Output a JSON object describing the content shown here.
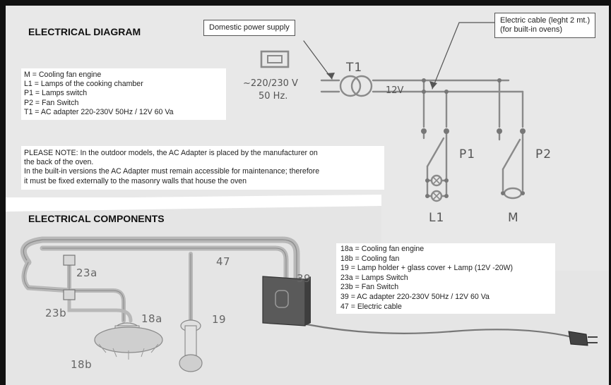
{
  "electrical_diagram": {
    "title": "ELECTRICAL DIAGRAM",
    "legend": [
      "M = Cooling fan engine",
      "L1 = Lamps of the cooking chamber",
      "P1 = Lamps switch",
      "P2 = Fan Switch",
      "T1 = AC adapter 220-230V 50Hz / 12V 60 Va"
    ],
    "note_lines": [
      "PLEASE NOTE: In the outdoor models, the AC Adapter is placed by the manufacturer on",
      "the back of the oven.",
      "In the built-in versions the AC Adapter must remain accessible for maintenance; therefore",
      "it must be fixed externally to the masonry walls that house the oven"
    ],
    "callout_supply": "Domestic power supply",
    "callout_cable_line1": "Electric cable (leght 2 mt.)",
    "callout_cable_line2": "(for built-in ovens)",
    "supply_voltage": "~220/230 V",
    "supply_freq": "50 Hz.",
    "transformer_label": "T1",
    "secondary_voltage": "12V",
    "switch_p1": "P1",
    "switch_p2": "P2",
    "lamps_label": "L1",
    "motor_label": "M"
  },
  "electrical_components": {
    "title": "ELECTRICAL COMPONENTS",
    "legend": [
      "18a  = Cooling fan engine",
      "18b = Cooling fan",
      "19   = Lamp holder + glass cover + Lamp (12V -20W)",
      "23a = Lamps Switch",
      "23b = Fan Switch",
      "39   = AC adapter 220-230V 50Hz / 12V 60 Va",
      "47   = Electric cable"
    ],
    "part_labels": {
      "p23a": "23a",
      "p23b": "23b",
      "p18a": "18a",
      "p18b": "18b",
      "p19": "19",
      "p39": "39",
      "p47": "47"
    }
  },
  "colors": {
    "panel_gray": "#e8e8e8",
    "line_gray": "#8a8a8a",
    "frame": "#111111"
  }
}
